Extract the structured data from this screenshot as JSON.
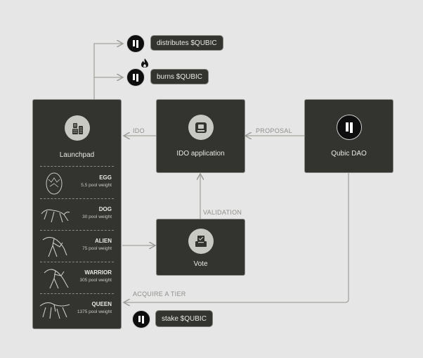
{
  "nodes": {
    "launchpad": "Launchpad",
    "ido_application": "IDO application",
    "qubic_dao": "Qubic DAO",
    "vote": "Vote"
  },
  "edges": {
    "ido": "IDO",
    "proposal": "PROPOSAL",
    "validation": "VALIDATION",
    "acquire": "ACQUIRE A TIER"
  },
  "pills": {
    "distributes": "distributes $QUBIC",
    "burns": "burns $QUBIC",
    "stake": "stake $QUBIC"
  },
  "tiers": [
    {
      "name": "EGG",
      "weight": "5,5 pool weight"
    },
    {
      "name": "DOG",
      "weight": "30 pool weight"
    },
    {
      "name": "ALIEN",
      "weight": "75 pool weight"
    },
    {
      "name": "WARRIOR",
      "weight": "305 pool weight"
    },
    {
      "name": "QUEEN",
      "weight": "1375 pool weight"
    }
  ],
  "icons": {
    "launchpad": "stacked-coins-icon",
    "ido_application": "atm-machine-icon",
    "qubic_dao": "qubic-logo-icon",
    "vote": "ballot-box-icon",
    "burn": "flame-icon",
    "coin": "qubic-coin-icon"
  },
  "colors": {
    "background": "#e6e6e6",
    "box": "#33342f",
    "border": "#8a8a86",
    "text": "#e8e8e4",
    "arrow": "#9e9e99"
  }
}
